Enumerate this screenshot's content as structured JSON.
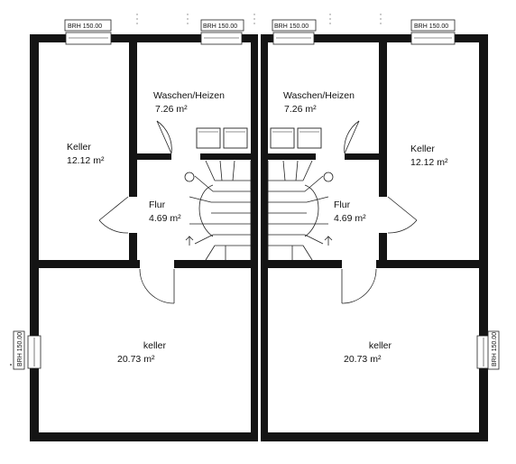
{
  "window_label": "BRH 150.00",
  "units": [
    {
      "rooms": {
        "keller": {
          "name": "Keller",
          "area": "12.12 m²"
        },
        "waschen": {
          "name": "Waschen/Heizen",
          "area": "7.26 m²"
        },
        "flur": {
          "name": "Flur",
          "area": "4.69 m²"
        },
        "keller_big": {
          "name": " keller",
          "area": "20.73 m²"
        }
      }
    },
    {
      "rooms": {
        "keller": {
          "name": "Keller",
          "area": "12.12 m²"
        },
        "waschen": {
          "name": "Waschen/Heizen",
          "area": "7.26 m²"
        },
        "flur": {
          "name": "Flur",
          "area": "4.69 m²"
        },
        "keller_big": {
          "name": " keller",
          "area": "20.73 m²"
        }
      }
    }
  ]
}
